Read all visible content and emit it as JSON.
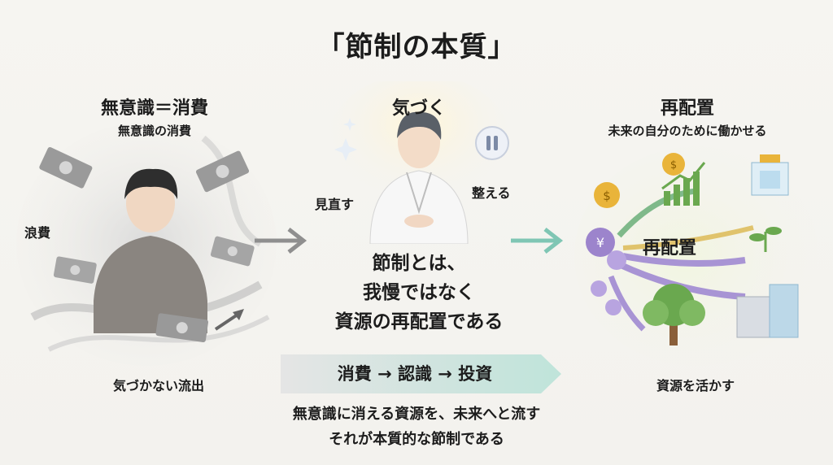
{
  "title": "「節制の本質」",
  "left": {
    "heading": "無意識＝消費",
    "subheading": "無意識の消費",
    "side_label": "浪費",
    "bottom_label": "気づかない流出"
  },
  "middle": {
    "heading": "気づく",
    "label_left": "見直す",
    "label_right": "整える",
    "message_lines": [
      "節制とは、",
      "我慢ではなく",
      "資源の再配置である"
    ]
  },
  "right": {
    "heading": "再配置",
    "subheading": "未来の自分のために働かせる",
    "center_label": "再配置",
    "bottom_label": "資源を活かす",
    "coin_symbols": [
      "$",
      "¥"
    ]
  },
  "banner": {
    "text": "消費 → 認識 → 投資",
    "color": "#bfe4da"
  },
  "bottom_lines": [
    "無意識に消える資源を、未来へと流す",
    "それが本質的な節制である"
  ],
  "colors": {
    "gold": "#e9b43a",
    "purple": "#9c84cc",
    "green": "#6aa84f",
    "teal_arrow": "#7fc6b4",
    "gray_arrow": "#8f8f8f"
  }
}
